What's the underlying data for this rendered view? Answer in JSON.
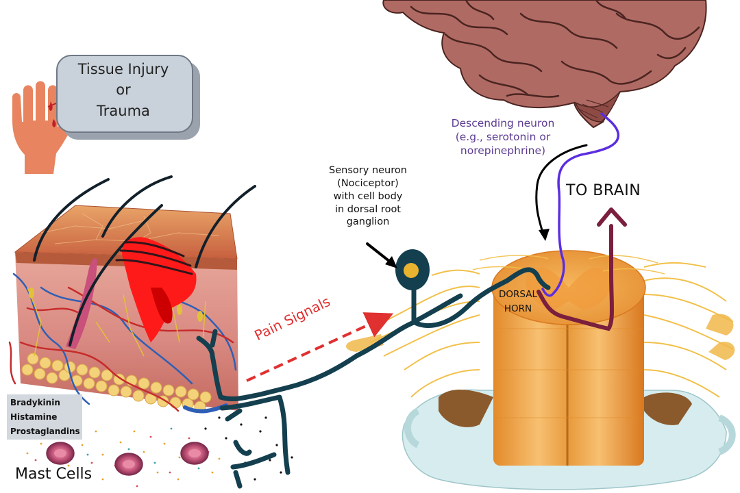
{
  "injury": {
    "line1": "Tissue Injury",
    "line2": "or",
    "line3": "Trauma"
  },
  "chemicals": [
    "Bradykinin",
    "Histamine",
    "Prostaglandins"
  ],
  "mast_cells": "Mast Cells",
  "pain_signals": "Pain Signals",
  "sensory_neuron": {
    "line1": "Sensory neuron",
    "line2": "(Nociceptor)",
    "line3": "with cell body",
    "line4": "in dorsal root",
    "line5": "ganglion"
  },
  "descending": {
    "line1": "Descending neuron",
    "line2": "(e.g., serotonin or",
    "line3": "norepinephrine)"
  },
  "to_brain": "TO BRAIN",
  "dorsal_horn": {
    "line1": "DORSAL",
    "line2": "HORN"
  },
  "colors": {
    "pain_arrow": "#e03030",
    "sensory_neuron": "#143f4f",
    "descending_neuron": "#5b2de0",
    "ascending_neuron": "#7a1f3d",
    "brain": "#b06a64",
    "skin": "#d98a6e",
    "blood": "#ff1a1a",
    "spinal_cord": "#f2a64a",
    "ganglion_core": "#e8b430"
  }
}
